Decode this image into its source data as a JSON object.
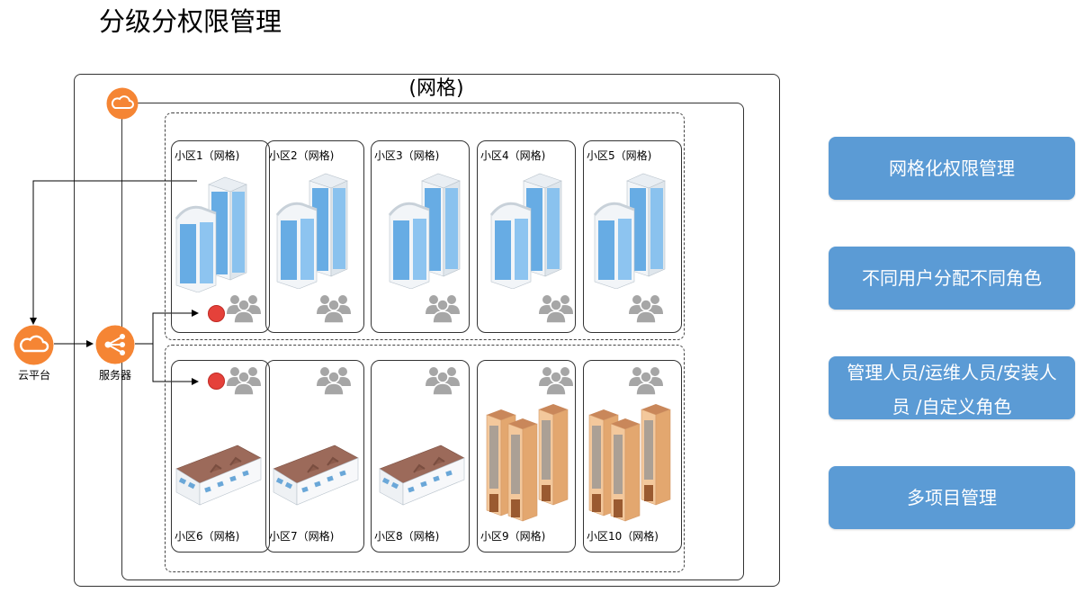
{
  "title": "分级分权限管理",
  "grid_label": "(网格)",
  "nodes": {
    "cloud_platform": "云平台",
    "server": "服务器"
  },
  "communities_top": [
    {
      "label": "小区1（网格)"
    },
    {
      "label": "小区2（网格)"
    },
    {
      "label": "小区3（网格)"
    },
    {
      "label": "小区4（网格)"
    },
    {
      "label": "小区5（网格)"
    }
  ],
  "communities_bottom": [
    {
      "label": "小区6（网格)"
    },
    {
      "label": "小区7（网格)"
    },
    {
      "label": "小区8（网格)"
    },
    {
      "label": "小区9（网格)"
    },
    {
      "label": "小区10（网格)"
    }
  ],
  "features": [
    "网格化权限管理",
    "不同用户分配不同角色",
    "管理人员/运维人员/安装人员 /自定义角色",
    "多项目管理"
  ],
  "icons": {
    "cloud": "cloud-icon",
    "server": "load-balancer-icon",
    "tower": "office-tower-icon",
    "rowhouse": "townhouse-icon",
    "apartment": "apartment-block-icon",
    "users": "user-group-icon",
    "marker": "red-dot-marker"
  },
  "colors": {
    "orange": "#f58534",
    "badge_blue": "#5b9bd5",
    "marker_red": "#e5413a",
    "glass_blue": "#5aa9e6",
    "user_gray": "#a6a6a6"
  }
}
